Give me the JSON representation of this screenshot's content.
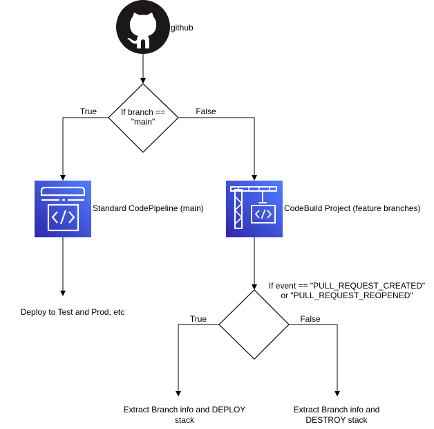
{
  "nodes": {
    "github": {
      "label": "github",
      "icon": "github-octocat-icon"
    },
    "branch_decision": {
      "line1": "If branch ==",
      "line2": "\"main\""
    },
    "codepipeline": {
      "label": "Standard CodePipeline (main)",
      "icon": "aws-codepipeline-icon",
      "color": "#3b48cc"
    },
    "codebuild": {
      "label": "CodeBuild Project (feature branches)",
      "icon": "aws-codebuild-icon",
      "color": "#3b48cc"
    },
    "deploy_test_prod": {
      "label": "Deploy to Test and Prod, etc"
    },
    "event_decision": {
      "line1": "If event == \"PULL_REQUEST_CREATED\"",
      "line2": "or \"PULL_REQUEST_REOPENED\""
    },
    "deploy_stack": {
      "line1": "Extract Branch info and DEPLOY",
      "line2": "stack"
    },
    "destroy_stack": {
      "line1": "Extract Branch info and",
      "line2": "DESTROY stack"
    }
  },
  "edges": {
    "branch_true": "True",
    "branch_false": "False",
    "event_true": "True",
    "event_false": "False"
  }
}
